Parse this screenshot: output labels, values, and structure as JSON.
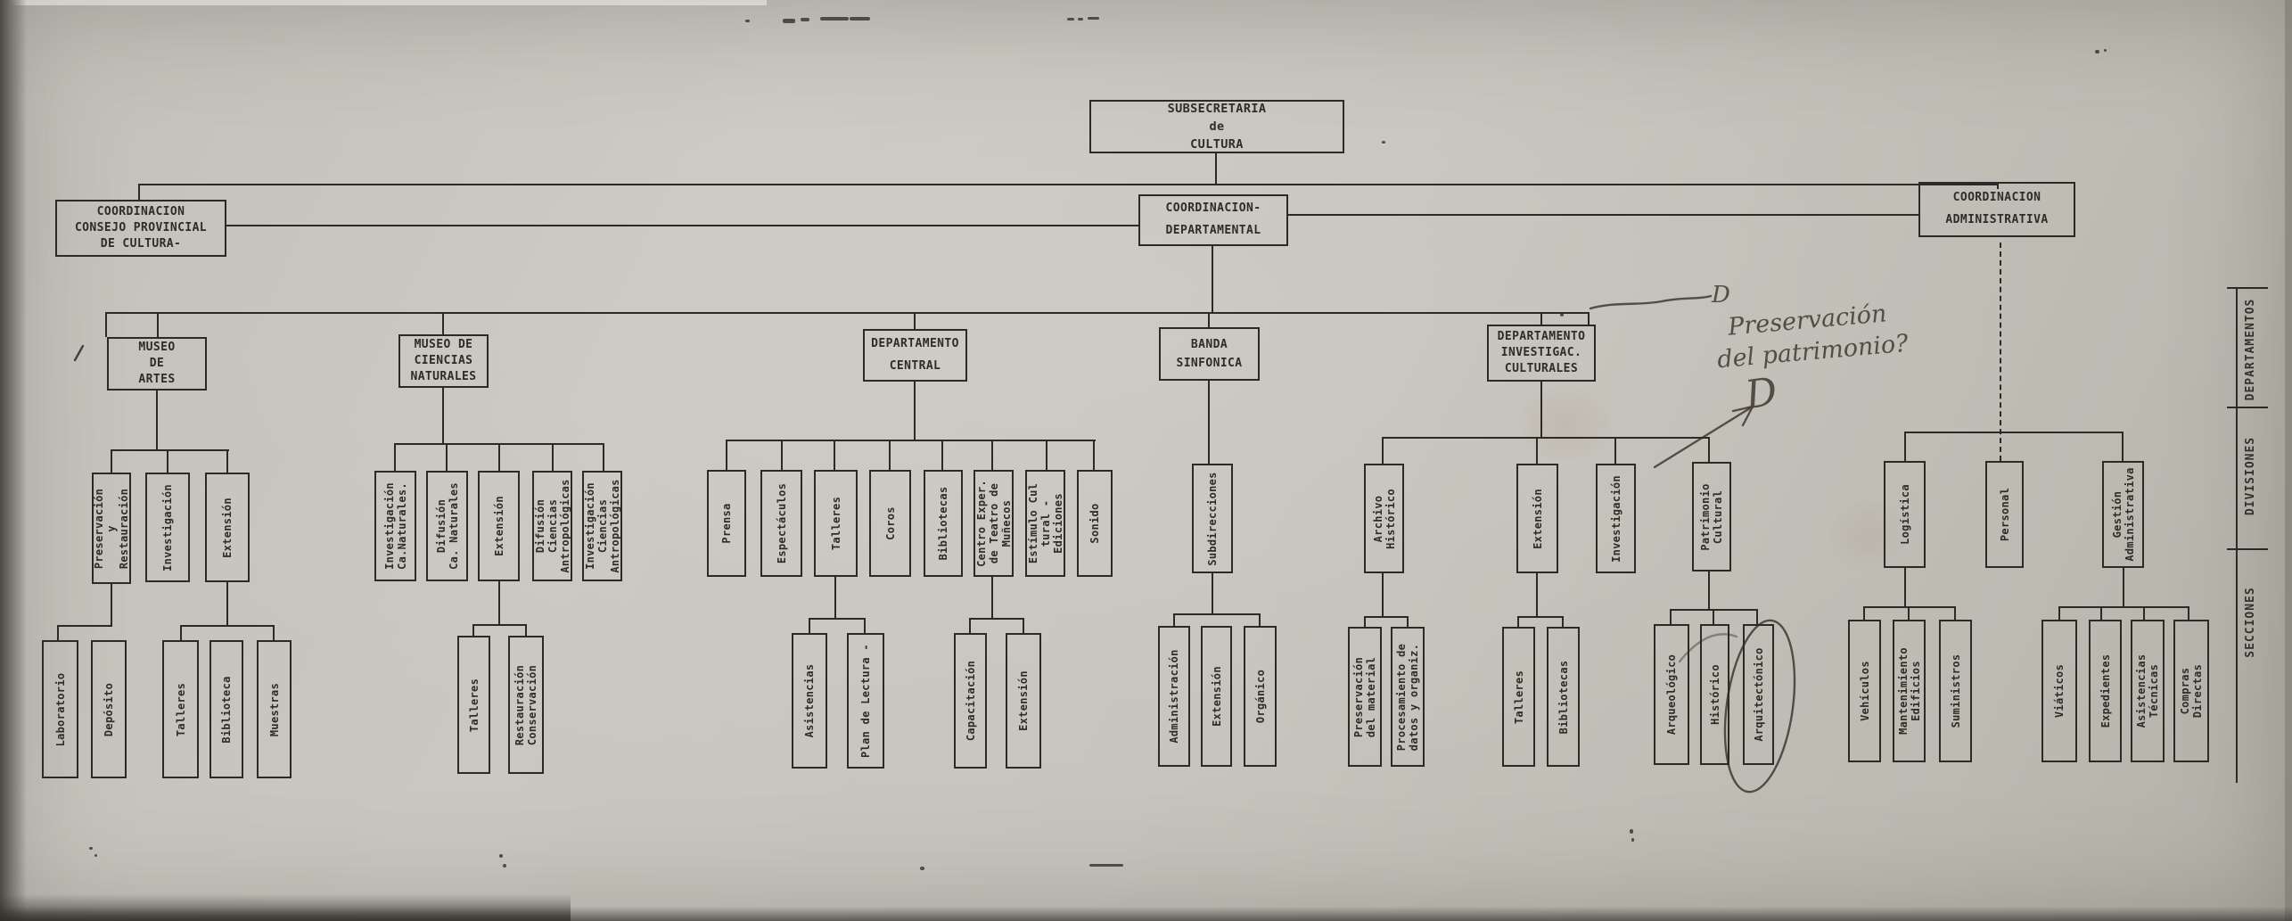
{
  "chart": {
    "root": {
      "label": "SUBSECRETARIA\nde\nCULTURA"
    },
    "coordinations": [
      {
        "label": "COORDINACION\nCONSEJO PROVINCIAL\nDE CULTURA-"
      },
      {
        "label": "COORDINACION-\nDEPARTAMENTAL"
      },
      {
        "label": "COORDINACION\nADMINISTRATIVA",
        "divisions": [
          {
            "label": "Logística",
            "sections": [
              {
                "label": "Vehículos"
              },
              {
                "label": "Mantenimiento\nEdificios"
              },
              {
                "label": "Suministros"
              }
            ]
          },
          {
            "label": "Personal",
            "sections": []
          },
          {
            "label": "Gestión\nAdministrativa",
            "sections": [
              {
                "label": "Viáticos"
              },
              {
                "label": "Expedientes"
              },
              {
                "label": "Asistencias\nTécnicas"
              },
              {
                "label": "Compras\nDirectas"
              }
            ]
          }
        ]
      }
    ],
    "departments": [
      {
        "label": "MUSEO\nDE\nARTES",
        "divisions": [
          {
            "label": "Preservación\ny\nRestauración",
            "sections": [
              {
                "label": "Laboratorio"
              },
              {
                "label": "Depósito"
              }
            ]
          },
          {
            "label": "Investigación",
            "sections": []
          },
          {
            "label": "Extensión",
            "sections": [
              {
                "label": "Talleres"
              },
              {
                "label": "Biblioteca"
              },
              {
                "label": "Muestras"
              }
            ]
          }
        ]
      },
      {
        "label": "MUSEO DE\nCIENCIAS\nNATURALES",
        "divisions": [
          {
            "label": "Investigación\nCa.Naturales.",
            "sections": []
          },
          {
            "label": "Difusión\nCa. Naturales",
            "sections": []
          },
          {
            "label": "Extensión",
            "sections": [
              {
                "label": "Talleres"
              },
              {
                "label": "Restauración\nConservación"
              }
            ]
          },
          {
            "label": "Difusión\nCiencias\nAntropológicas",
            "sections": []
          },
          {
            "label": "Investigación\nCiencias\nAntropológicas",
            "sections": []
          }
        ]
      },
      {
        "label": "DEPARTAMENTO\nCENTRAL",
        "divisions": [
          {
            "label": "Prensa",
            "sections": []
          },
          {
            "label": "Espectáculos",
            "sections": []
          },
          {
            "label": "Talleres",
            "sections": [
              {
                "label": "Asistencias"
              },
              {
                "label": "Plan de Lectura -"
              }
            ]
          },
          {
            "label": "Coros",
            "sections": []
          },
          {
            "label": "Bibliotecas",
            "sections": []
          },
          {
            "label": "Centro Exper.\nde Teatro de\nMuñecos",
            "sections": [
              {
                "label": "Capacitación"
              },
              {
                "label": "Extensión"
              }
            ]
          },
          {
            "label": "Estímulo Cul\ntural -\nEdiciones",
            "sections": []
          },
          {
            "label": "Sonido",
            "sections": []
          }
        ]
      },
      {
        "label": "BANDA\nSINFONICA",
        "divisions": [
          {
            "label": "Subdirecciones",
            "sections": [
              {
                "label": "Administración"
              },
              {
                "label": "Extensión"
              },
              {
                "label": "Orgánico"
              }
            ]
          }
        ]
      },
      {
        "label": "DEPARTAMENTO\nINVESTIGAC.\nCULTURALES",
        "divisions": [
          {
            "label": "Archivo\nHistórico",
            "sections": [
              {
                "label": "Preservación\ndel material"
              },
              {
                "label": "Procesamiento de\ndatos y organiz."
              }
            ]
          },
          {
            "label": "Extensión",
            "sections": [
              {
                "label": "Talleres"
              },
              {
                "label": "Bibliotecas"
              }
            ]
          },
          {
            "label": "Investigación",
            "sections": []
          },
          {
            "label": "Patrimonio\nCultural",
            "sections": [
              {
                "label": "Arqueológico"
              },
              {
                "label": "Histórico"
              },
              {
                "label": "Arquitectónico"
              }
            ]
          }
        ]
      }
    ]
  },
  "scale_labels": [
    "DEPARTAMENTOS",
    "DIVISIONES",
    "SECCIONES"
  ],
  "annotations": {
    "small_d": "D",
    "note_line1": "Preservación",
    "note_line2": "del patrimonio?",
    "big_d": "D"
  }
}
